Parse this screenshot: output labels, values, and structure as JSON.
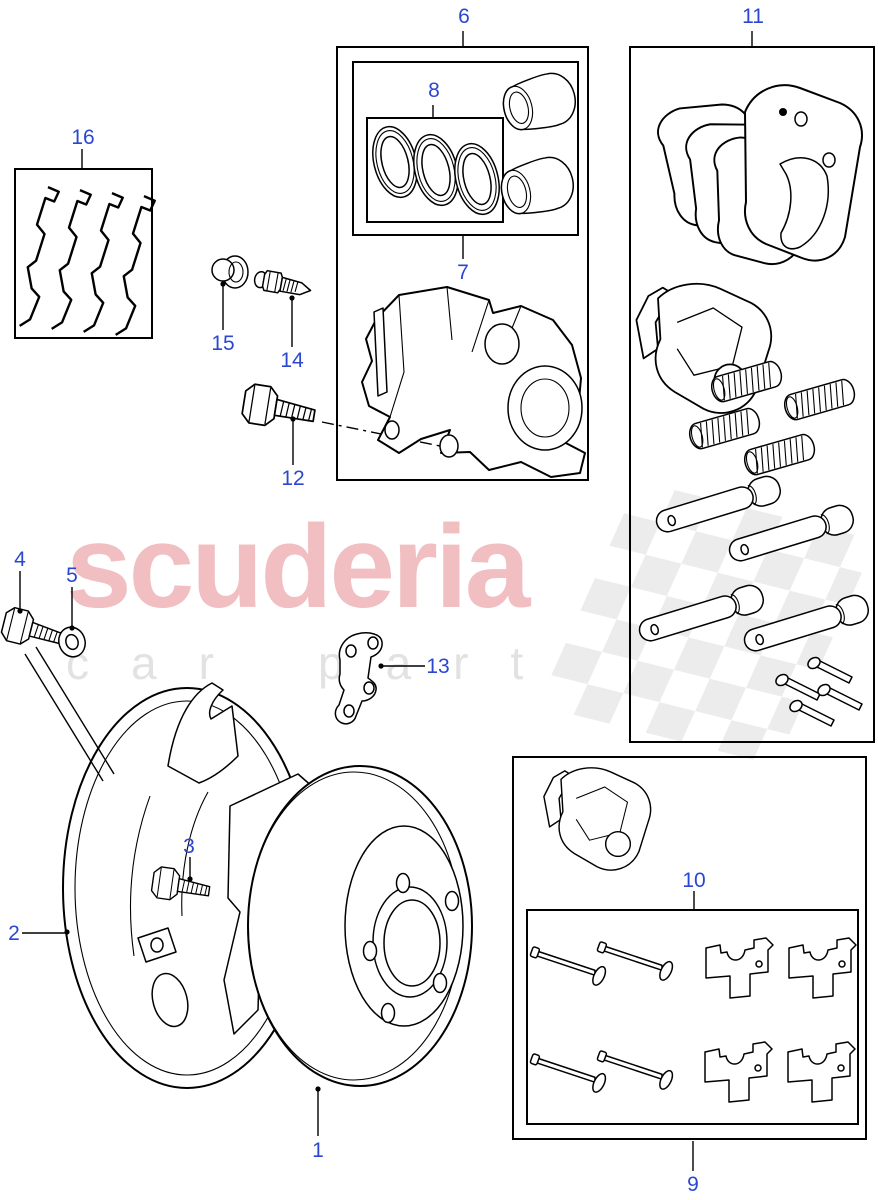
{
  "colors": {
    "brand-pink": "#f1bfc2",
    "tagline-gray": "#e2e2e2",
    "flag-gray": "#ececec",
    "callout-blue": "#2b47d1",
    "line-black": "#000000",
    "bg": "#ffffff"
  },
  "watermark": {
    "brand_text": "scuderia",
    "tagline_left": "car",
    "tagline_right": "parts"
  },
  "diagram": {
    "callouts": [
      {
        "number": "1",
        "part": "brake-disc"
      },
      {
        "number": "2",
        "part": "brake-disc-shield"
      },
      {
        "number": "3",
        "part": "shield-bolt"
      },
      {
        "number": "4",
        "part": "mounting-bolt"
      },
      {
        "number": "5",
        "part": "washer"
      },
      {
        "number": "6",
        "part": "caliper-assembly-box"
      },
      {
        "number": "7",
        "part": "caliper-piston-kit-box"
      },
      {
        "number": "8",
        "part": "caliper-seal-kit-box"
      },
      {
        "number": "9",
        "part": "pad-and-fitting-kit-box"
      },
      {
        "number": "10",
        "part": "fitting-kit-box"
      },
      {
        "number": "11",
        "part": "pad-kit-box"
      },
      {
        "number": "12",
        "part": "caliper-bolt"
      },
      {
        "number": "13",
        "part": "gasket-plate"
      },
      {
        "number": "14",
        "part": "bleed-screw"
      },
      {
        "number": "15",
        "part": "bleed-screw-cap"
      },
      {
        "number": "16",
        "part": "pad-retaining-clips"
      }
    ]
  }
}
